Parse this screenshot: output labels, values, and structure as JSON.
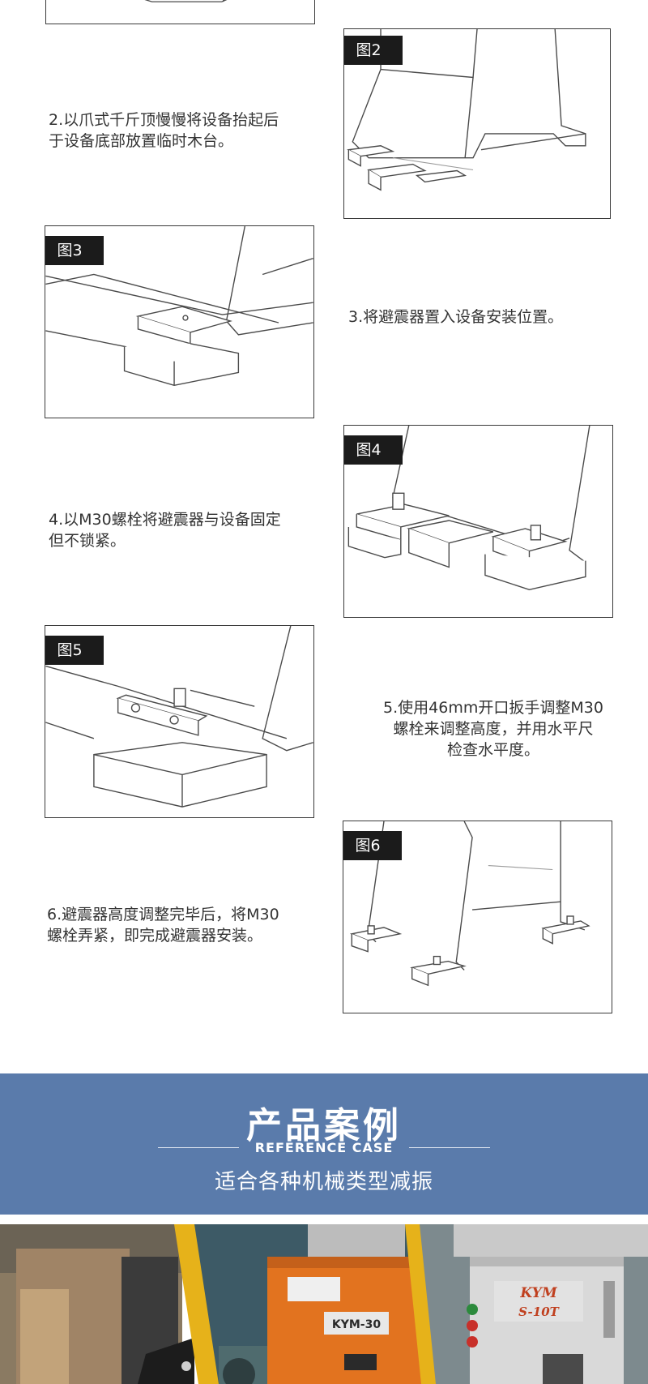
{
  "figures": [
    {
      "id": "fig2",
      "tag": "图2"
    },
    {
      "id": "fig3",
      "tag": "图3"
    },
    {
      "id": "fig4",
      "tag": "图4"
    },
    {
      "id": "fig5",
      "tag": "图5"
    },
    {
      "id": "fig6",
      "tag": "图6"
    }
  ],
  "steps": [
    {
      "id": "step2",
      "text": "2.以爪式千斤顶慢慢将设备抬起后\n于设备底部放置临时木台。"
    },
    {
      "id": "step3",
      "text": "3.将避震器置入设备安装位置。"
    },
    {
      "id": "step4",
      "text": "4.以M30螺栓将避震器与设备固定\n但不锁紧。"
    },
    {
      "id": "step5",
      "text": "5.使用46mm开口扳手调整M30\n螺栓来调整高度，并用水平尺\n检查水平度。"
    },
    {
      "id": "step6",
      "text": "6.避震器高度调整完毕后，将M30\n螺栓弄紧，即完成避震器安装。"
    }
  ],
  "reference": {
    "title": "产品案例",
    "subtitle": "REFERENCE CASE",
    "description": "适合各种机械类型减振"
  },
  "photos": {
    "label_1": "KYM-30",
    "label_2_line1": "KYM",
    "label_2_line2": "S-10T"
  },
  "colors": {
    "band": "#5a7bab",
    "tag_bg": "#1b1b1b",
    "press_orange": "#e2731f",
    "accent_yellow": "#e6b21a"
  }
}
